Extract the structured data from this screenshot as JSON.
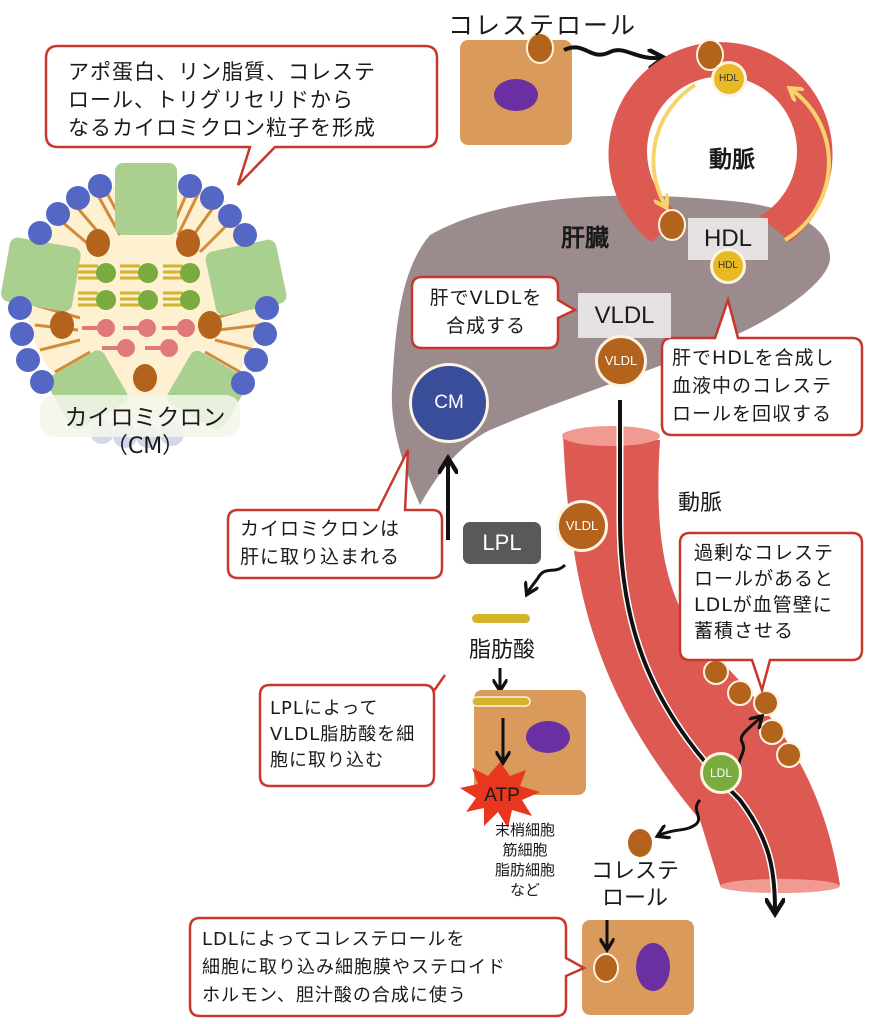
{
  "colors": {
    "callout_border": "#c8372d",
    "liver": "#9c8b8c",
    "artery": "#dd5a52",
    "artery_light": "#f09a92",
    "cell": "#d99a5c",
    "nucleus": "#6a2fa3",
    "cholesterol": "#b4631c",
    "hdl": "#e8b923",
    "ldl": "#7aab3e",
    "cm": "#3a4d9a",
    "phospholipid_head": "#5567c4",
    "apoprotein": "#a9d08e",
    "triglyceride": "#d4b42a",
    "fatty_acid": "#d4b42a",
    "ester": "#e07a7a",
    "atp": "#e8361f",
    "flow_arrow": "#f7d36b"
  },
  "callouts": {
    "cm_formation": "アポ蛋白、リン脂質、コレステ\nロール、トリグリセリドから\nなるカイロミクロン粒子を形成",
    "vldl_synthesis": "肝でVLDLを\n合成する",
    "hdl_synthesis": "肝でHDLを合成し\n血液中のコレステ\nロールを回収する",
    "cm_uptake": "カイロミクロンは\n肝に取り込まれる",
    "ldl_accumulation": "過剰なコレステ\nロールがあると\nLDLが血管壁に\n蓄積させる",
    "lpl_uptake": "LPLによって\nVLDL脂肪酸を細\n胞に取り込む",
    "ldl_use": "LDLによってコレステロールを\n細胞に取り込み細胞膜やステロイド\nホルモン、胆汁酸の合成に使う"
  },
  "labels": {
    "chylomicron": "カイロミクロン",
    "chylomicron_abbr": "（CM）",
    "cholesterol_top": "コレステロール",
    "artery_ring": "動脈",
    "liver": "肝臓",
    "artery_vessel": "動脈",
    "fatty_acid": "脂肪酸",
    "peripheral_cells": "末梢細胞\n筋細胞\n脂肪細胞\nなど",
    "cholesterol_bottom": "コレステ\nロール"
  },
  "tags": {
    "hdl": "HDL",
    "vldl": "VLDL",
    "lpl": "LPL"
  },
  "particles": {
    "hdl": "HDL",
    "vldl": "VLDL",
    "cm": "CM",
    "ldl": "LDL",
    "atp": "ATP"
  }
}
